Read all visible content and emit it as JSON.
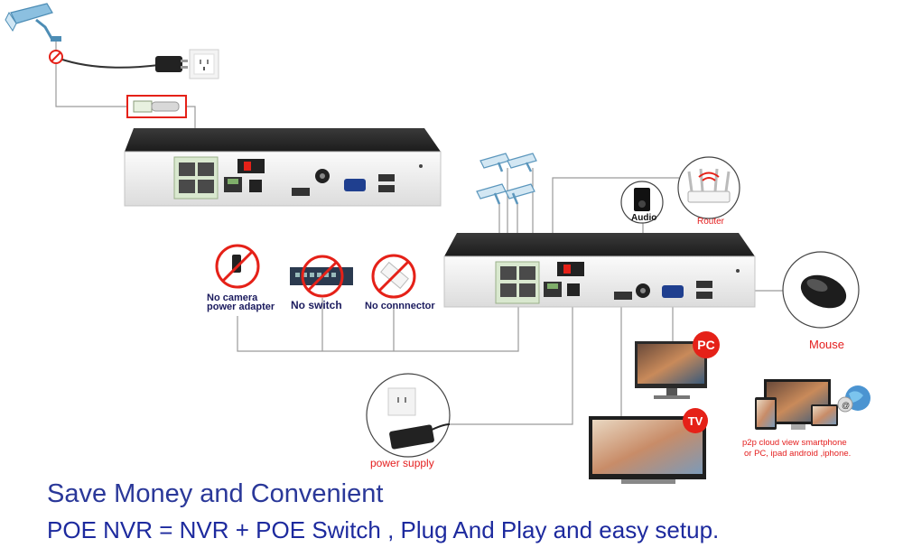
{
  "labels": {
    "no_adapter_line1": "No camera",
    "no_adapter_line2": "power adapter",
    "no_switch": "No switch",
    "no_connector": "No connnector",
    "audio": "Audio",
    "router": "Router",
    "mouse": "Mouse",
    "pc_badge": "PC",
    "tv_badge": "TV",
    "power_supply": "power supply",
    "p2p_line1": "p2p cloud  view smartphone",
    "p2p_line2": "or PC, ipad android ,iphone."
  },
  "headline": "Save Money and Convenient",
  "subline": "POE NVR = NVR + POE Switch , Plug And Play and easy setup.",
  "colors": {
    "headline": "#2a3899",
    "red": "#e52118",
    "nvr_body": "#f2f2f2",
    "nvr_top": "#2b2b2b",
    "camera_blue": "#7fb6d8"
  },
  "icons": [
    "camera-icon",
    "power-adapter-icon",
    "wall-socket-icon",
    "rj45-connector-icon",
    "audio-speaker-icon",
    "router-icon",
    "mouse-icon",
    "monitor-icon",
    "tv-icon",
    "devices-icon",
    "globe-icon",
    "prohibited-icon"
  ]
}
